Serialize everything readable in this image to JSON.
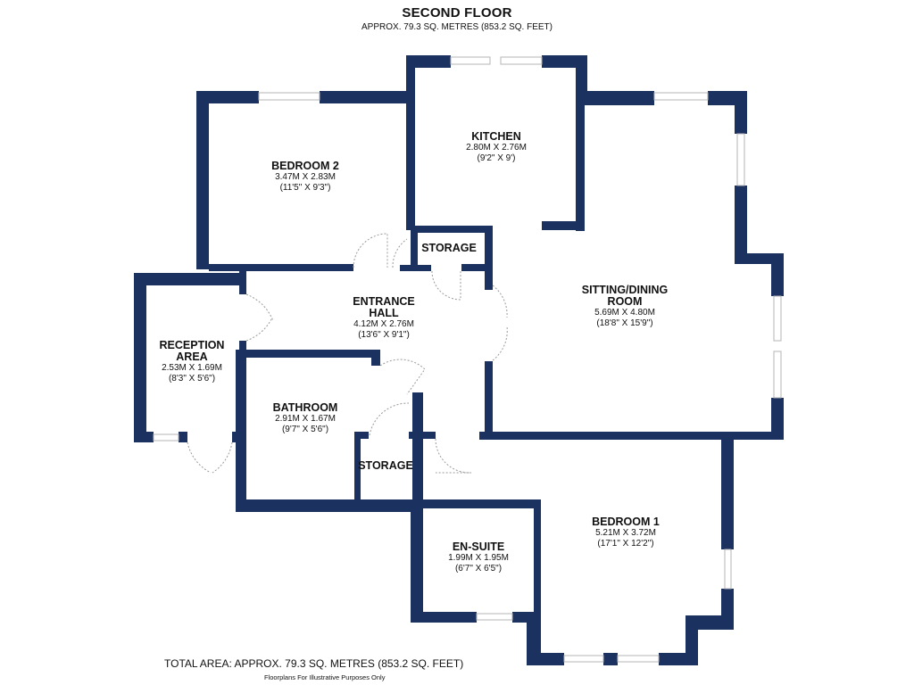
{
  "header": {
    "title": "SECOND FLOOR",
    "subtitle": "APPROX. 79.3 SQ. METRES (853.2 SQ. FEET)"
  },
  "rooms": {
    "bedroom2": {
      "name": "BEDROOM 2",
      "metric": "3.47M X 2.83M",
      "imperial": "(11'5\" X 9'3\")"
    },
    "kitchen": {
      "name": "KITCHEN",
      "metric": "2.80M X 2.76M",
      "imperial": "(9'2\" X 9')"
    },
    "storage1": {
      "name": "STORAGE"
    },
    "entrance_hall": {
      "name_line1": "ENTRANCE",
      "name_line2": "HALL",
      "metric": "4.12M X 2.76M",
      "imperial": "(13'6\" X 9'1\")"
    },
    "sitting_dining": {
      "name_line1": "SITTING/DINING",
      "name_line2": "ROOM",
      "metric": "5.69M X 4.80M",
      "imperial": "(18'8\" X 15'9\")"
    },
    "reception": {
      "name_line1": "RECEPTION",
      "name_line2": "AREA",
      "metric": "2.53M X 1.69M",
      "imperial": "(8'3\" X 5'6\")"
    },
    "bathroom": {
      "name": "BATHROOM",
      "metric": "2.91M X 1.67M",
      "imperial": "(9'7\" X 5'6\")"
    },
    "storage2": {
      "name": "STORAGE"
    },
    "ensuite": {
      "name": "EN-SUITE",
      "metric": "1.99M X 1.95M",
      "imperial": "(6'7\" X 6'5\")"
    },
    "bedroom1": {
      "name": "BEDROOM 1",
      "metric": "5.21M X 3.72M",
      "imperial": "(17'1\" X 12'2\")"
    }
  },
  "footer": {
    "total_area": "TOTAL AREA: APPROX. 79.3 SQ. METRES (853.2 SQ. FEET)",
    "disclaimer": "Floorplans For Illustrative Purposes Only"
  },
  "colors": {
    "wall": "#1b3160",
    "window": "#b4b4b4",
    "door_swing": "#9a9a9a"
  }
}
